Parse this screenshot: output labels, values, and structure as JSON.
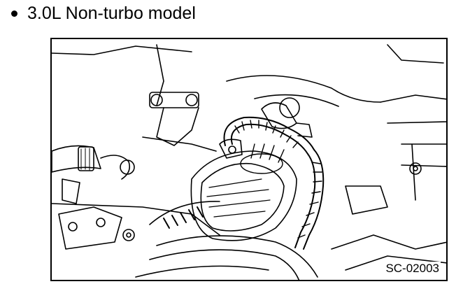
{
  "heading": {
    "bullet_icon": "bullet-dot",
    "text": "3.0L Non-turbo model"
  },
  "figure": {
    "code": "SC-02003"
  }
}
